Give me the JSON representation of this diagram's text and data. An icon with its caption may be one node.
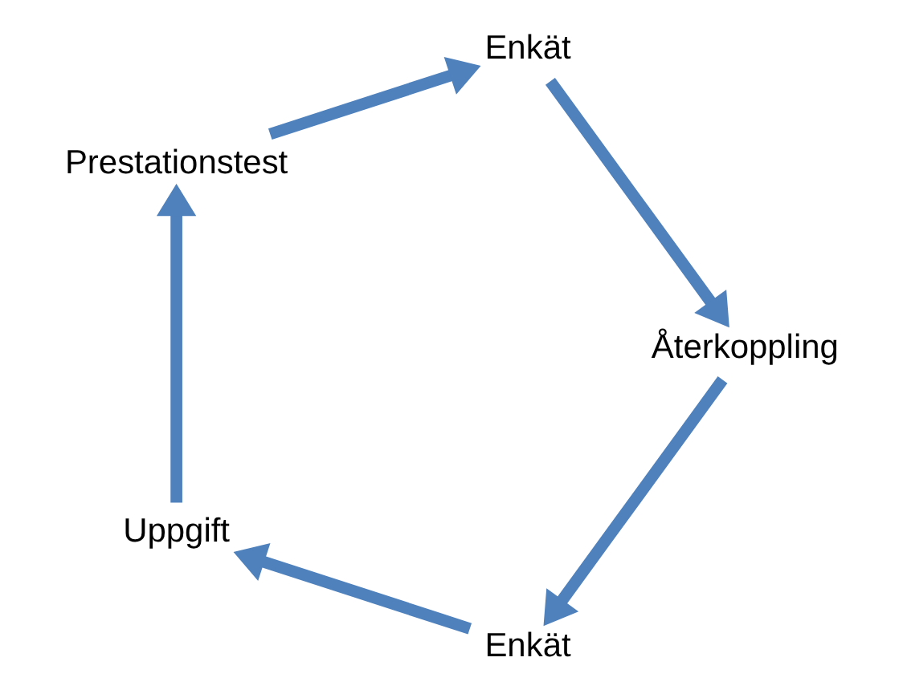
{
  "diagram": {
    "nodes": [
      {
        "text": [
          "Enkät"
        ]
      },
      {
        "text": [
          "Uppgift"
        ]
      },
      {
        "text": [
          "Prestationstest"
        ]
      },
      {
        "text": [
          "Enkät"
        ]
      },
      {
        "text": [
          "Återkoppling"
        ]
      }
    ],
    "edges": [
      {
        "from": 0,
        "to": 1,
        "arrow": "to"
      },
      {
        "from": 1,
        "to": 2,
        "arrow": "to"
      },
      {
        "from": 2,
        "to": 3,
        "arrow": "to"
      },
      {
        "from": 3,
        "to": 4,
        "arrow": "to"
      },
      {
        "from": 4,
        "to": 0,
        "arrow": "to"
      }
    ]
  }
}
